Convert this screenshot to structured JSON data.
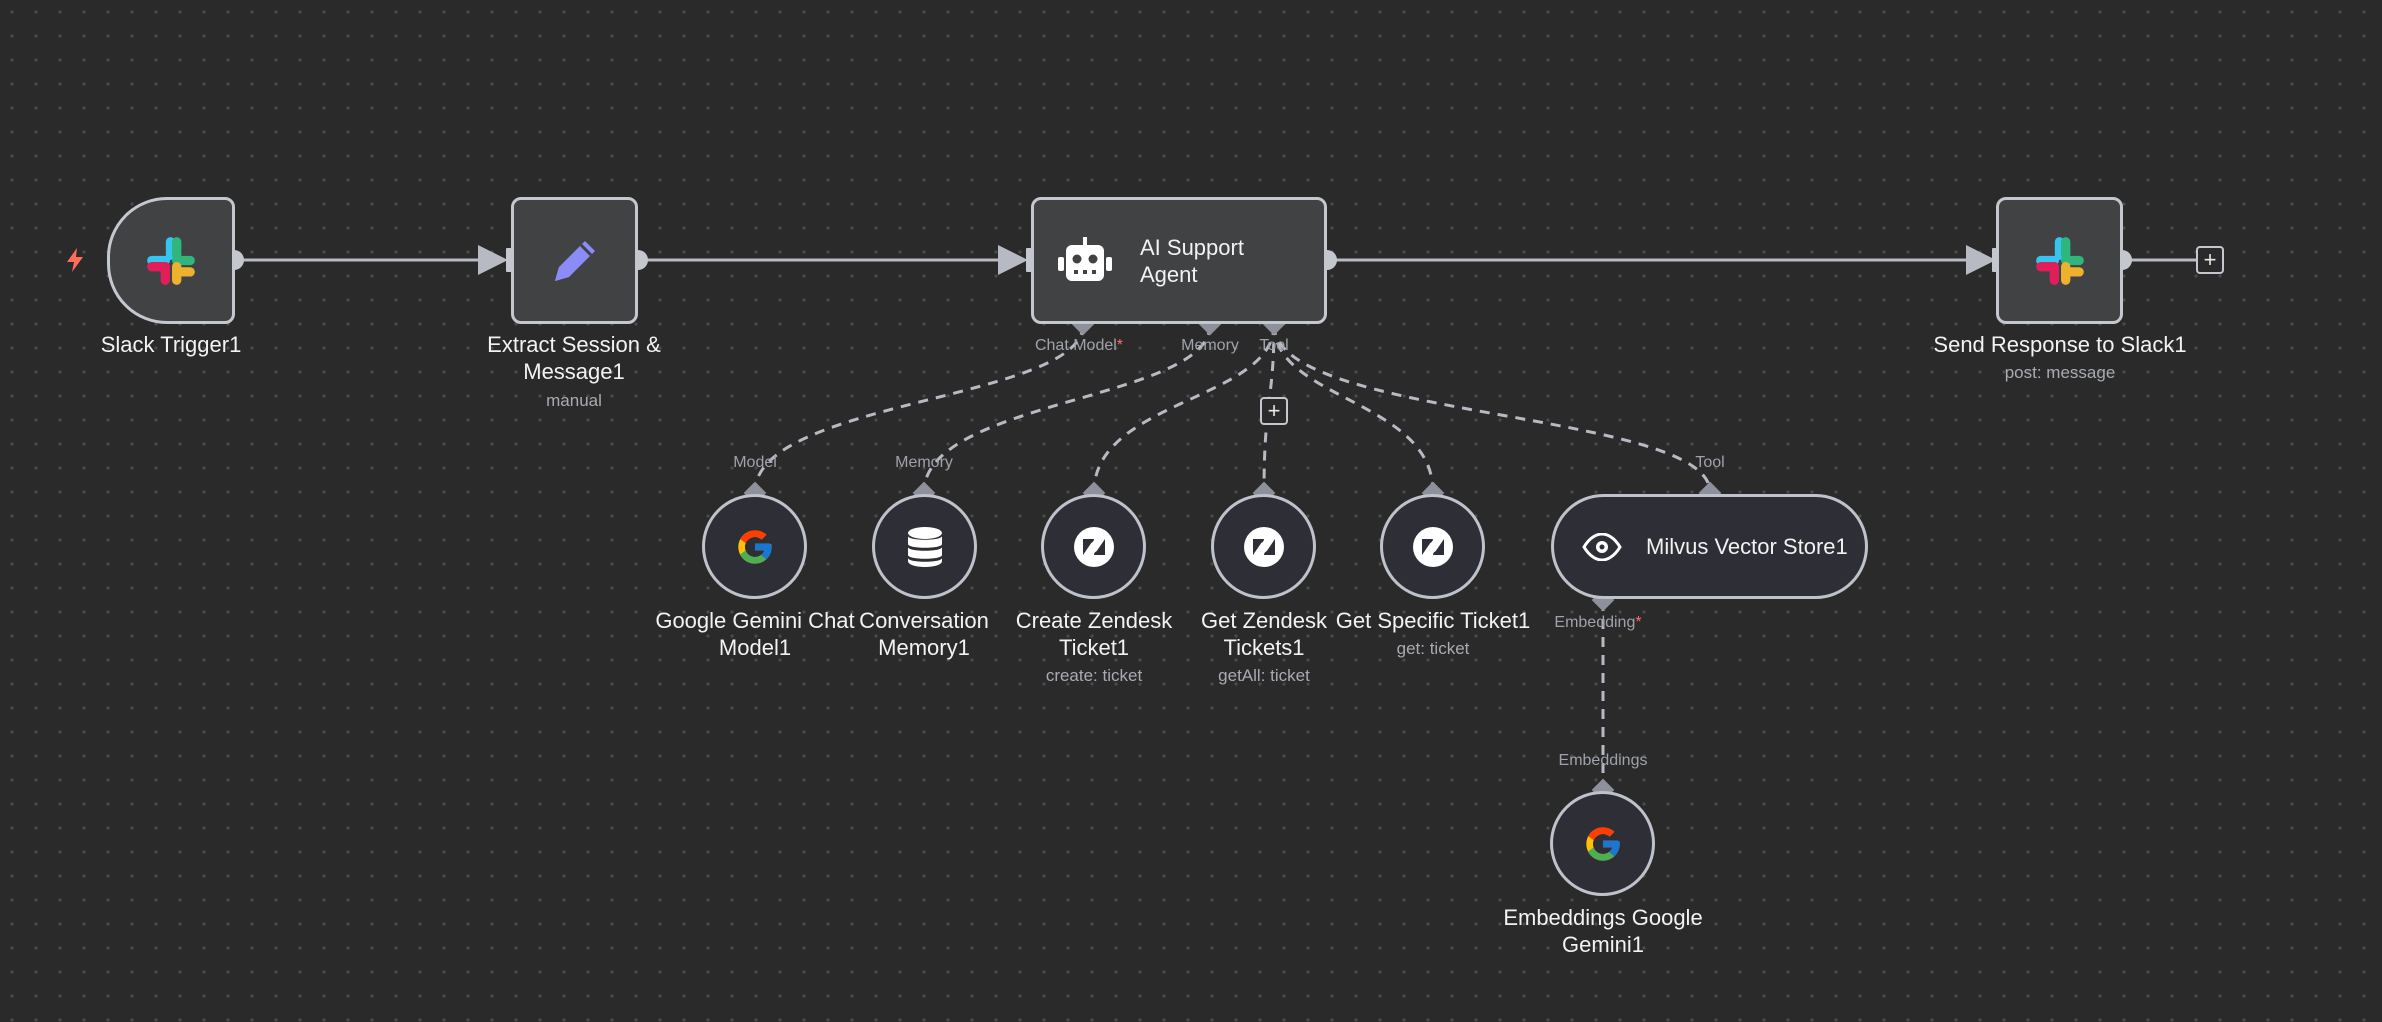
{
  "nodes": {
    "slack_trigger": {
      "title": "Slack Trigger1"
    },
    "extract": {
      "title_line1": "Extract Session &",
      "title_line2": "Message1",
      "subtitle": "manual"
    },
    "agent": {
      "label_line1": "AI Support",
      "label_line2": "Agent"
    },
    "send_slack": {
      "title": "Send Response to Slack1",
      "subtitle": "post: message"
    },
    "gemini_chat": {
      "title_line1": "Google Gemini Chat",
      "title_line2": "Model1"
    },
    "conv_memory": {
      "title_line1": "Conversation",
      "title_line2": "Memory1"
    },
    "create_ticket": {
      "title_line1": "Create Zendesk",
      "title_line2": "Ticket1",
      "subtitle": "create: ticket"
    },
    "get_tickets": {
      "title_line1": "Get Zendesk",
      "title_line2": "Tickets1",
      "subtitle": "getAll: ticket"
    },
    "get_specific": {
      "title": "Get Specific Ticket1",
      "subtitle": "get: ticket"
    },
    "milvus": {
      "label": "Milvus Vector Store1"
    },
    "embeddings": {
      "title_line1": "Embeddings Google",
      "title_line2": "Gemini1"
    }
  },
  "handles": {
    "chat_model": "Chat Model",
    "required_mark": "*",
    "memory": "Memory",
    "tool": "Tool",
    "model": "Model",
    "memory_in": "Memory",
    "tool_in": "Tool",
    "embedding": "Embedding",
    "embeddings_in": "Embeddings"
  },
  "buttons": {
    "add": "+"
  },
  "colors": {
    "canvas": "#2a2a2a",
    "node_fill": "#414244",
    "node_border": "#c4c7ce",
    "connection": "#b7bac2",
    "trigger_bolt": "#ff6d5a",
    "edit_icon": "#8b8cf6"
  },
  "icons": {
    "slack_trigger": "slack-logo-icon",
    "extract": "pencil-icon",
    "agent": "robot-icon",
    "send_slack": "slack-logo-icon",
    "gemini_chat": "google-g-icon",
    "conv_memory": "database-icon",
    "zendesk": "zendesk-icon",
    "milvus": "eye-icon",
    "embeddings": "google-g-icon",
    "trigger": "lightning-bolt-icon"
  }
}
